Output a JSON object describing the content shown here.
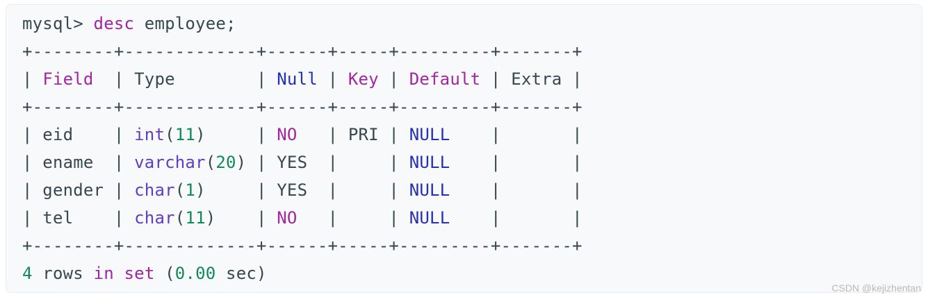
{
  "colors": {
    "page_background": "#ffffff",
    "code_background": "#f8f9fa",
    "code_border": "#e9ebee",
    "base": "#37474f",
    "keyword": "#a126a1",
    "type": "#5f3dc4",
    "literal": "#2430b5",
    "number": "#128a56",
    "watermark": "#b9b9b9"
  },
  "terminal": {
    "prompt": "mysql>",
    "command": "desc employee;",
    "lines": [
      {
        "name": "command-line",
        "segments": [
          {
            "t": "mysql> ",
            "c": "base"
          },
          {
            "t": "desc",
            "c": "keyword"
          },
          {
            "t": " employee;",
            "c": "base"
          }
        ]
      },
      {
        "name": "table-border-top",
        "segments": [
          {
            "t": "+--------+-------------+------+-----+---------+-------+",
            "c": "base"
          }
        ]
      },
      {
        "name": "table-header-row",
        "segments": [
          {
            "t": "| ",
            "c": "base"
          },
          {
            "t": "Field",
            "c": "keyword"
          },
          {
            "t": "  | Type        | ",
            "c": "base"
          },
          {
            "t": "Null",
            "c": "literal"
          },
          {
            "t": " | ",
            "c": "base"
          },
          {
            "t": "Key",
            "c": "keyword"
          },
          {
            "t": " | ",
            "c": "base"
          },
          {
            "t": "Default",
            "c": "keyword"
          },
          {
            "t": " | Extra |",
            "c": "base"
          }
        ]
      },
      {
        "name": "table-border-middle",
        "segments": [
          {
            "t": "+--------+-------------+------+-----+---------+-------+",
            "c": "base"
          }
        ]
      },
      {
        "name": "table-row-eid",
        "segments": [
          {
            "t": "| eid    | ",
            "c": "base"
          },
          {
            "t": "int",
            "c": "type"
          },
          {
            "t": "(",
            "c": "base"
          },
          {
            "t": "11",
            "c": "number"
          },
          {
            "t": ")     | ",
            "c": "base"
          },
          {
            "t": "NO",
            "c": "keyword"
          },
          {
            "t": "   | PRI | ",
            "c": "base"
          },
          {
            "t": "NULL",
            "c": "literal"
          },
          {
            "t": "    |       |",
            "c": "base"
          }
        ]
      },
      {
        "name": "table-row-ename",
        "segments": [
          {
            "t": "| ename  | ",
            "c": "base"
          },
          {
            "t": "varchar",
            "c": "type"
          },
          {
            "t": "(",
            "c": "base"
          },
          {
            "t": "20",
            "c": "number"
          },
          {
            "t": ") | YES  |     | ",
            "c": "base"
          },
          {
            "t": "NULL",
            "c": "literal"
          },
          {
            "t": "    |       |",
            "c": "base"
          }
        ]
      },
      {
        "name": "table-row-gender",
        "segments": [
          {
            "t": "| gender | ",
            "c": "base"
          },
          {
            "t": "char",
            "c": "type"
          },
          {
            "t": "(",
            "c": "base"
          },
          {
            "t": "1",
            "c": "number"
          },
          {
            "t": ")     | YES  |     | ",
            "c": "base"
          },
          {
            "t": "NULL",
            "c": "literal"
          },
          {
            "t": "    |       |",
            "c": "base"
          }
        ]
      },
      {
        "name": "table-row-tel",
        "segments": [
          {
            "t": "| tel    | ",
            "c": "base"
          },
          {
            "t": "char",
            "c": "type"
          },
          {
            "t": "(",
            "c": "base"
          },
          {
            "t": "11",
            "c": "number"
          },
          {
            "t": ")    | ",
            "c": "base"
          },
          {
            "t": "NO",
            "c": "keyword"
          },
          {
            "t": "   |     | ",
            "c": "base"
          },
          {
            "t": "NULL",
            "c": "literal"
          },
          {
            "t": "    |       |",
            "c": "base"
          }
        ]
      },
      {
        "name": "table-border-bottom",
        "segments": [
          {
            "t": "+--------+-------------+------+-----+---------+-------+",
            "c": "base"
          }
        ]
      },
      {
        "name": "status-line",
        "segments": [
          {
            "t": "4",
            "c": "number"
          },
          {
            "t": " rows ",
            "c": "base"
          },
          {
            "t": "in",
            "c": "keyword"
          },
          {
            "t": " ",
            "c": "base"
          },
          {
            "t": "set",
            "c": "keyword"
          },
          {
            "t": " (",
            "c": "base"
          },
          {
            "t": "0.00",
            "c": "number"
          },
          {
            "t": " sec)",
            "c": "base"
          }
        ]
      }
    ],
    "table": {
      "columns": [
        "Field",
        "Type",
        "Null",
        "Key",
        "Default",
        "Extra"
      ],
      "rows": [
        [
          "eid",
          "int(11)",
          "NO",
          "PRI",
          "NULL",
          ""
        ],
        [
          "ename",
          "varchar(20)",
          "YES",
          "",
          "NULL",
          ""
        ],
        [
          "gender",
          "char(1)",
          "YES",
          "",
          "NULL",
          ""
        ],
        [
          "tel",
          "char(11)",
          "NO",
          "",
          "NULL",
          ""
        ]
      ],
      "row_count_status": "4 rows in set (0.00 sec)"
    }
  },
  "watermark": {
    "text": "CSDN @kejizhentan"
  }
}
